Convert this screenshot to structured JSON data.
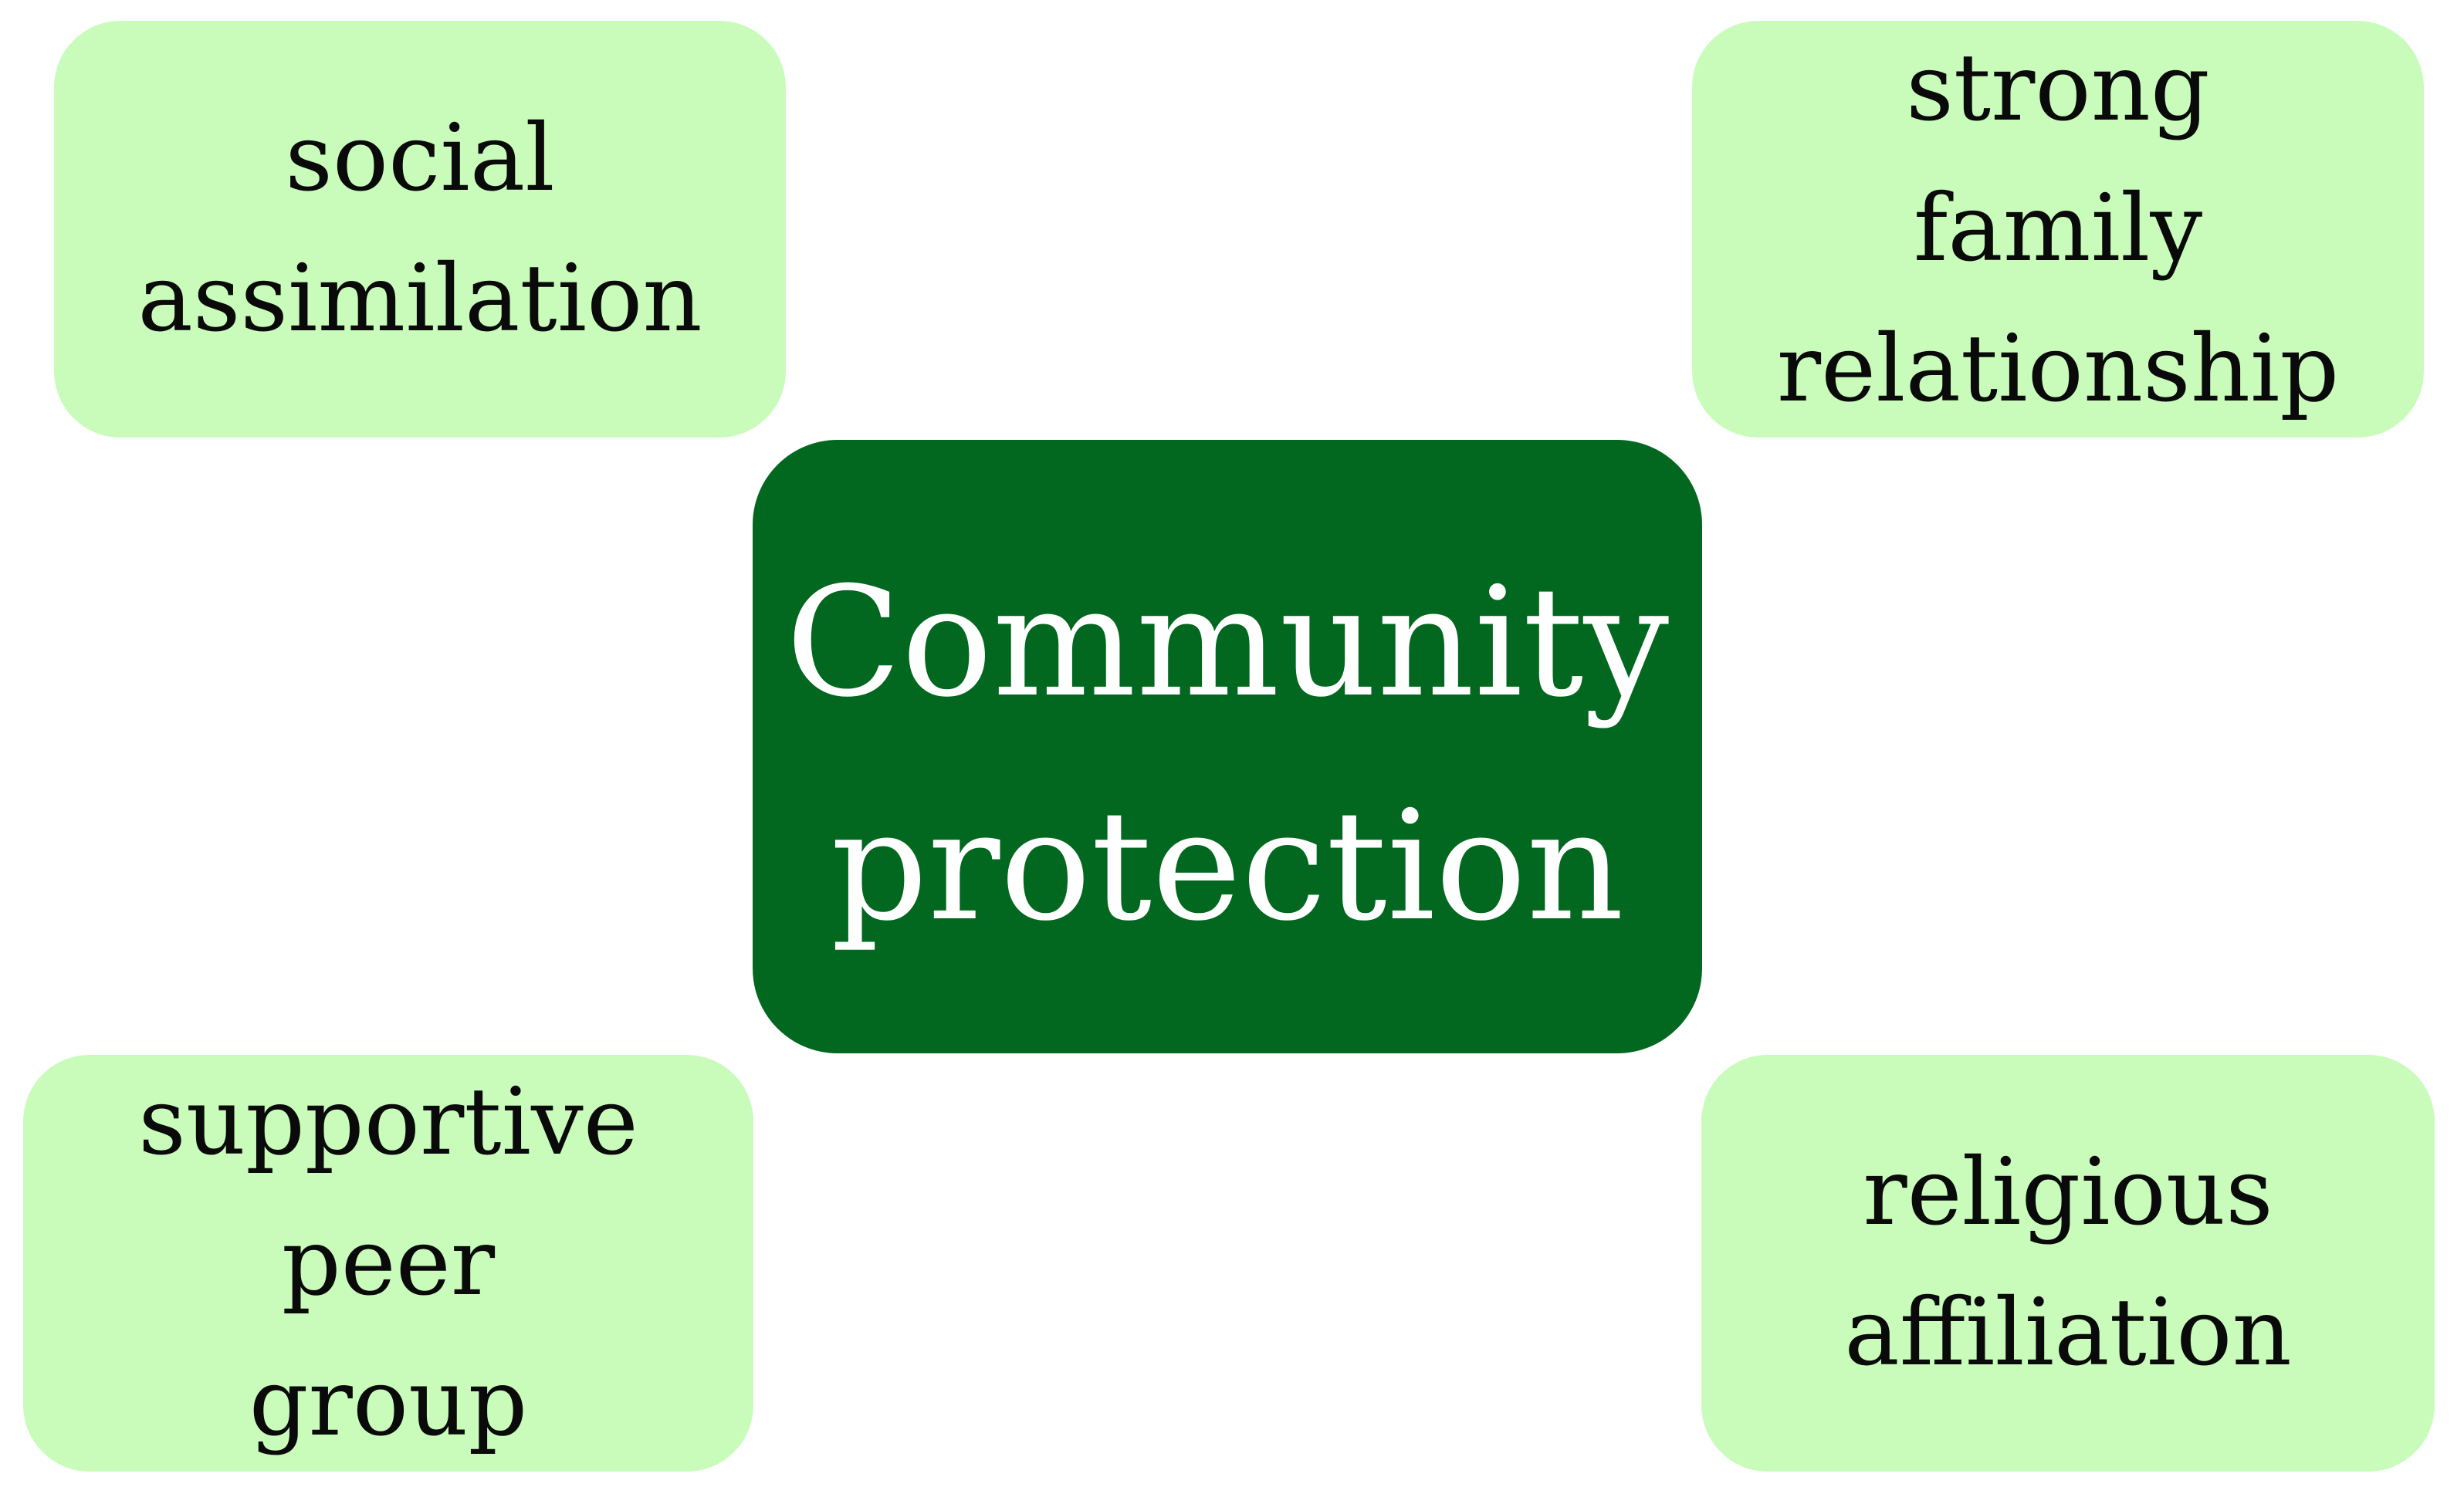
{
  "diagram": {
    "center": {
      "lines": [
        "Community",
        "protection"
      ],
      "fill": "#03681f",
      "text_color": "#ffffff"
    },
    "nodes": {
      "top_left": {
        "lines": [
          "social",
          "assimilation"
        ]
      },
      "top_right": {
        "lines": [
          "strong",
          "family",
          "relationship"
        ]
      },
      "bottom_left": {
        "lines": [
          "supportive",
          "peer",
          "group"
        ]
      },
      "bottom_right": {
        "lines": [
          "religious",
          "affiliation"
        ]
      }
    },
    "node_fill": "#c9fcbb",
    "node_text_color": "#0a0a0a"
  }
}
